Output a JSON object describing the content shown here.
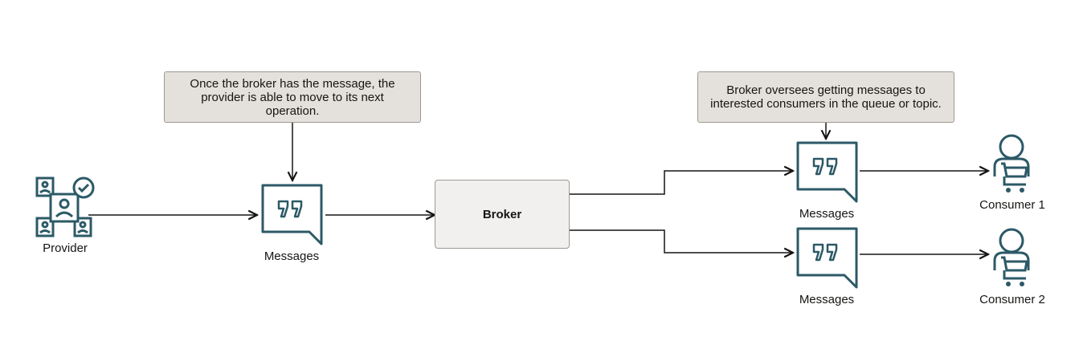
{
  "notes": {
    "provider_note": "Once the broker has the message, the provider is able to move to its next operation.",
    "broker_note": "Broker oversees getting messages to interested consumers in the queue or topic."
  },
  "nodes": {
    "provider": "Provider",
    "messages_main": "Messages",
    "broker": "Broker",
    "messages_1": "Messages",
    "messages_2": "Messages",
    "consumer_1": "Consumer 1",
    "consumer_2": "Consumer 2"
  },
  "colors": {
    "icon": "#2c5967",
    "line": "#161513",
    "note_fill": "#e4e1dc",
    "broker_fill": "#f1f0ee"
  }
}
